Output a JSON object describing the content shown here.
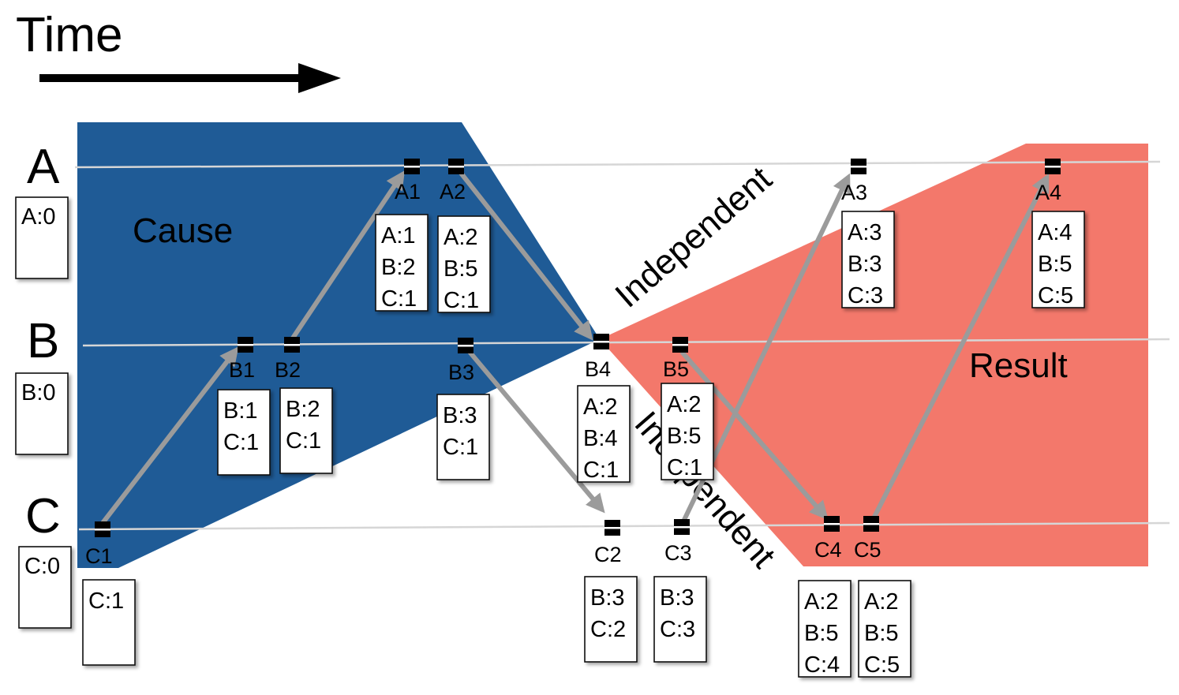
{
  "title": "Time",
  "colors": {
    "cause": "#1f5b96",
    "result": "#f3786b",
    "arrow": "#9b9b9b",
    "timeline": "#d6d6d6"
  },
  "lanes": [
    {
      "id": "A",
      "label": "A",
      "initial": [
        "A:0"
      ]
    },
    {
      "id": "B",
      "label": "B",
      "initial": [
        "B:0"
      ]
    },
    {
      "id": "C",
      "label": "C",
      "initial": [
        "C:0"
      ]
    }
  ],
  "regions": {
    "cause": "Cause",
    "result": "Result",
    "independent_upper": "Independent",
    "independent_lower": "Independent"
  },
  "events": [
    {
      "id": "C1",
      "label": "C1",
      "clock": [
        "C:1"
      ]
    },
    {
      "id": "B1",
      "label": "B1",
      "clock": [
        "B:1",
        "C:1"
      ]
    },
    {
      "id": "B2",
      "label": "B2",
      "clock": [
        "B:2",
        "C:1"
      ]
    },
    {
      "id": "A1",
      "label": "A1",
      "clock": [
        "A:1",
        "B:2",
        "C:1"
      ]
    },
    {
      "id": "A2",
      "label": "A2",
      "clock": [
        "A:2",
        "B:5",
        "C:1"
      ]
    },
    {
      "id": "B3",
      "label": "B3",
      "clock": [
        "B:3",
        "C:1"
      ]
    },
    {
      "id": "B4",
      "label": "B4",
      "clock": [
        "A:2",
        "B:4",
        "C:1"
      ]
    },
    {
      "id": "B5",
      "label": "B5",
      "clock": [
        "A:2",
        "B:5",
        "C:1"
      ]
    },
    {
      "id": "C2",
      "label": "C2",
      "clock": [
        "B:3",
        "C:2"
      ]
    },
    {
      "id": "C3",
      "label": "C3",
      "clock": [
        "B:3",
        "C:3"
      ]
    },
    {
      "id": "A3",
      "label": "A3",
      "clock": [
        "A:3",
        "B:3",
        "C:3"
      ]
    },
    {
      "id": "C4",
      "label": "C4",
      "clock": [
        "A:2",
        "B:5",
        "C:4"
      ]
    },
    {
      "id": "C5",
      "label": "C5",
      "clock": [
        "A:2",
        "B:5",
        "C:5"
      ]
    },
    {
      "id": "A4",
      "label": "A4",
      "clock": [
        "A:4",
        "B:5",
        "C:5"
      ]
    }
  ]
}
